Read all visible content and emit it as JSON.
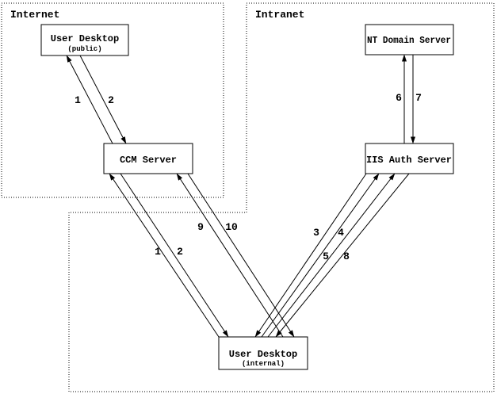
{
  "diagram": {
    "zones": {
      "internet_label": "Internet",
      "intranet_label": "Intranet"
    },
    "nodes": {
      "user_desktop_public": {
        "title": "User Desktop",
        "subtitle": "(public)"
      },
      "ccm_server": {
        "title": "CCM Server"
      },
      "nt_domain_server": {
        "title": "NT Domain Server"
      },
      "iis_auth_server": {
        "title": "IIS Auth Server"
      },
      "user_desktop_internal": {
        "title": "User Desktop",
        "subtitle": "(internal)"
      }
    },
    "flow_labels": {
      "public_ccm_1": "1",
      "public_ccm_2": "2",
      "ccm_internal_1": "1",
      "ccm_internal_2": "2",
      "ccm_internal_9": "9",
      "ccm_internal_10": "10",
      "iis_internal_3": "3",
      "iis_internal_4": "4",
      "iis_internal_5": "5",
      "iis_internal_8": "8",
      "iis_nt_6": "6",
      "iis_nt_7": "7"
    },
    "colors": {
      "ink": "#000000",
      "background": "#ffffff"
    }
  }
}
